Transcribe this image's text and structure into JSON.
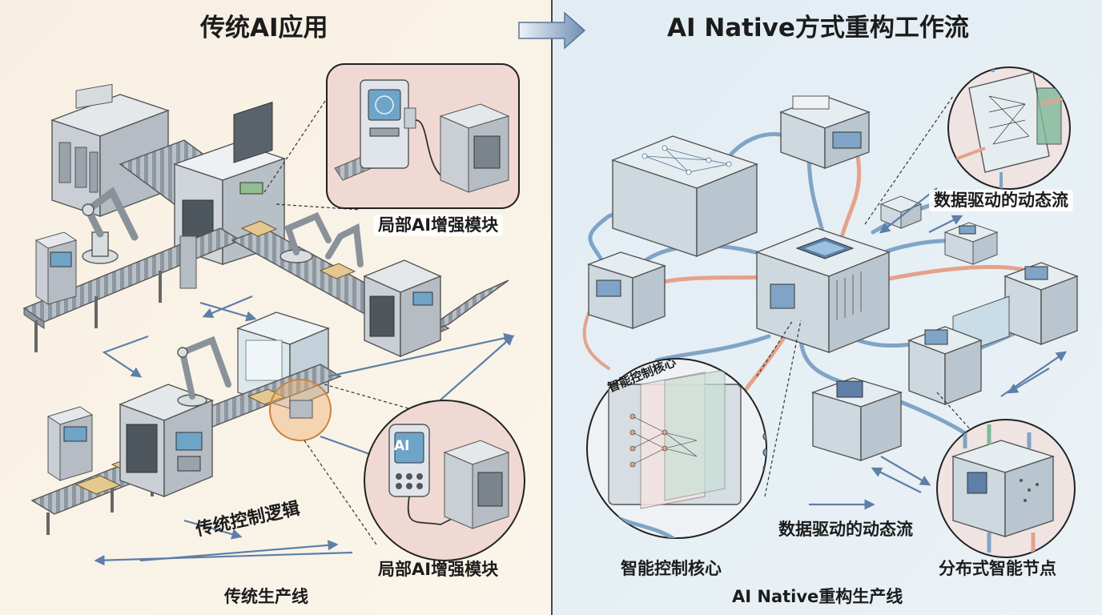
{
  "left_panel": {
    "title": "传统AI应用",
    "callout_top_label": "局部AI增强模块",
    "callout_bottom_label": "局部AI增强模块",
    "ai_screen_text": "AI",
    "flow_label": "传统控制逻辑",
    "bottom_caption": "传统生产线",
    "background_color": "#f7f1e6"
  },
  "right_panel": {
    "title": "AI Native方式重构工作流",
    "flow_label_top": "数据驱动的动态流",
    "flow_label_mid": "数据驱动的动态流",
    "core_arc_label": "智能控制核心",
    "core_caption": "智能控制核心",
    "node_caption": "分布式智能节点",
    "bottom_caption": "AI Native重构生产线",
    "background_color": "#e3eef4"
  },
  "colors": {
    "divider": "#4a4a4a",
    "metal": "#cfd5da",
    "metal_dark": "#9aa3ab",
    "blue_flow": "#7fa4c7",
    "orange_flow": "#e3a38a",
    "callout_bg": "#f1d9d3",
    "highlight": "#f0b070"
  }
}
